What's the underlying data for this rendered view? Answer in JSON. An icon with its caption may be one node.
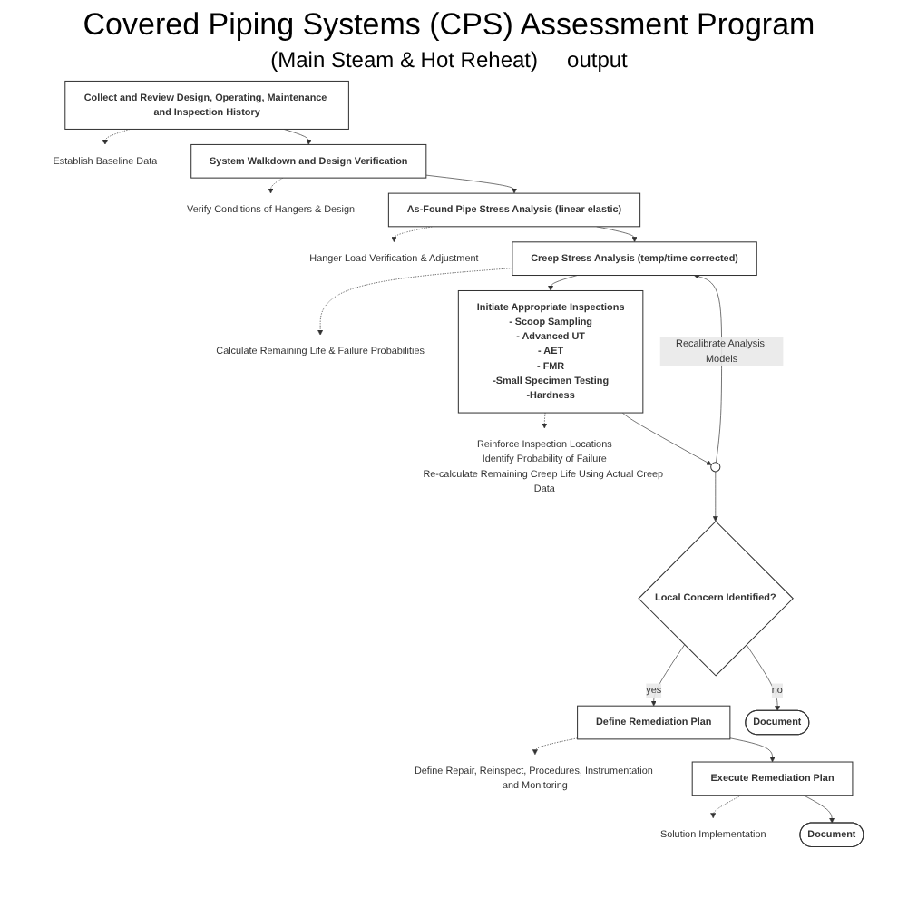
{
  "diagram": {
    "title": "Covered Piping Systems (CPS) Assessment Program",
    "nodes": [
      {
        "text": [
          "Collect and Review Design, Operating, Maintenance and Inspection History"
        ]
      },
      {
        "text": [
          "Establish Baseline Data"
        ]
      },
      {
        "text": [
          "System Walkdown and Design Verification"
        ]
      },
      {
        "text": [
          "Verify Conditions of Hangers & Design"
        ]
      },
      {
        "text": [
          "As-Found Pipe Stress Analysis (linear elastic)"
        ]
      },
      {
        "text": [
          "Hanger Load Verification & Adjustment"
        ]
      },
      {
        "text": [
          "Creep Stress Analysis (temp/time corrected)"
        ]
      },
      {
        "text": [
          "Calculate Remaining Life & Failure Probabilities"
        ]
      },
      {
        "text": [
          "Initiate Appropriate Inspections",
          "- Scoop Sampling",
          "- Advanced UT",
          "- AET",
          "- FMR",
          "-Small Specimen Testing",
          "-Hardness"
        ]
      },
      {
        "text": [
          "Reinforce Inspection Locations",
          "Identify Probability of Failure",
          "Re-calculate Remaining Creep Life Using Actual Creep Data"
        ]
      },
      {
        "text": [],
        "shape": "circle"
      },
      {
        "text": [
          "Local Concern Identified?"
        ]
      },
      {
        "text": [
          "Define Remediation Plan"
        ]
      },
      {
        "text": [
          "Define Repair, Reinspect, Procedures, Instrumentation and Monitoring"
        ]
      },
      {
        "text": [
          "Document"
        ]
      },
      {
        "text": [
          "Execute Remediation Plan"
        ]
      },
      {
        "text": [
          "Solution Implementation"
        ]
      },
      {
        "text": [
          "Document"
        ]
      }
    ],
    "edges": [
      {
        "from": 0,
        "to": 1,
        "arrow": "to",
        "style": "dashed"
      },
      {
        "from": 0,
        "to": 2,
        "arrow": "to"
      },
      {
        "from": 2,
        "to": 3,
        "arrow": "to",
        "style": "dashed"
      },
      {
        "from": 2,
        "to": 4,
        "arrow": "to"
      },
      {
        "from": 4,
        "to": 5,
        "arrow": "to",
        "style": "dashed"
      },
      {
        "from": 4,
        "to": 6,
        "arrow": "to"
      },
      {
        "from": 6,
        "to": 7,
        "arrow": "to",
        "style": "dashed"
      },
      {
        "from": 6,
        "to": 8,
        "arrow": "to"
      },
      {
        "from": 8,
        "to": 9,
        "arrow": "to",
        "style": "dashed"
      },
      {
        "from": 8,
        "to": 10,
        "arrow": "to"
      },
      {
        "from": 10,
        "to": 6,
        "arrow": "to",
        "label": "Recalibrate Analysis Models"
      },
      {
        "from": 10,
        "to": 11,
        "arrow": "to"
      },
      {
        "from": 11,
        "to": 12,
        "arrow": "to",
        "label": "yes"
      },
      {
        "from": 11,
        "to": 14,
        "arrow": "to",
        "label": "no"
      },
      {
        "from": 12,
        "to": 13,
        "arrow": "to",
        "style": "dashed"
      },
      {
        "from": 12,
        "to": 15,
        "arrow": "to"
      },
      {
        "from": 15,
        "to": 16,
        "arrow": "to",
        "style": "dashed"
      },
      {
        "from": 15,
        "to": 17,
        "arrow": "to"
      }
    ],
    "labels": [
      "(Main Steam & Hot Reheat)",
      "output"
    ]
  }
}
